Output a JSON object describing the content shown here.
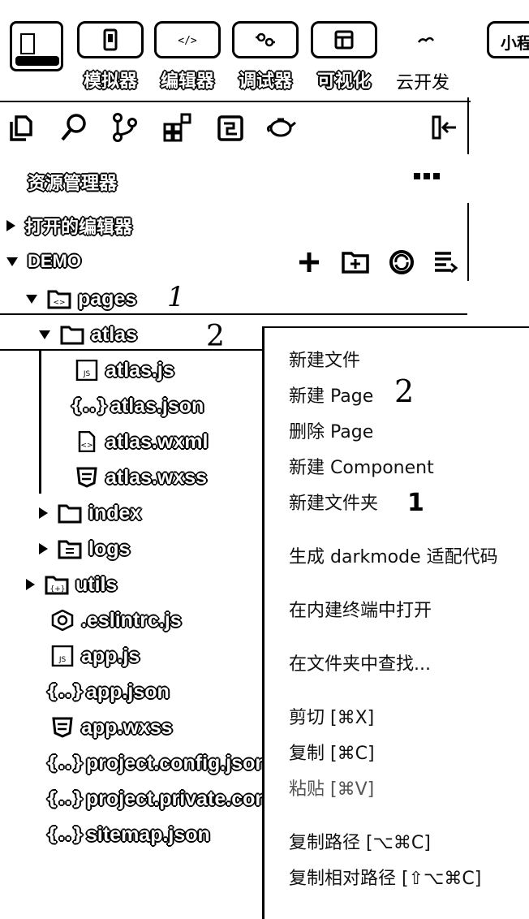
{
  "toolbar": {
    "buttons": [
      {
        "label": "模拟器",
        "icon": "phone-icon"
      },
      {
        "label": "编辑器",
        "icon": "code-icon"
      },
      {
        "label": "调试器",
        "icon": "debug-icon"
      },
      {
        "label": "可视化",
        "icon": "layout-icon"
      }
    ],
    "cloud_label": "云开发",
    "partial_button_label": "小程"
  },
  "activity_bar": {
    "icons": [
      "files-icon",
      "search-icon",
      "source-control-icon",
      "extensions-icon",
      "storage-icon",
      "teapot-icon"
    ],
    "collapse_icon": "panel-collapse-icon"
  },
  "explorer": {
    "title": "资源管理器",
    "more": "•••",
    "open_editors": "打开的编辑器",
    "project": "DEMO",
    "project_actions": [
      "new-file-icon",
      "new-folder-icon",
      "refresh-icon",
      "collapse-all-icon"
    ],
    "tree": [
      {
        "name": "pages",
        "type": "folder",
        "expanded": true
      },
      {
        "name": "atlas",
        "type": "folder",
        "expanded": true
      },
      {
        "name": "atlas.js",
        "type": "js"
      },
      {
        "name": "atlas.json",
        "type": "json"
      },
      {
        "name": "atlas.wxml",
        "type": "wxml"
      },
      {
        "name": "atlas.wxss",
        "type": "wxss"
      },
      {
        "name": "index",
        "type": "folder",
        "expanded": false
      },
      {
        "name": "logs",
        "type": "folder",
        "expanded": false
      },
      {
        "name": "utils",
        "type": "folder",
        "expanded": false
      },
      {
        "name": ".eslintrc.js",
        "type": "eslint"
      },
      {
        "name": "app.js",
        "type": "js"
      },
      {
        "name": "app.json",
        "type": "json"
      },
      {
        "name": "app.wxss",
        "type": "wxss"
      },
      {
        "name": "project.config.json",
        "type": "json"
      },
      {
        "name": "project.private.config.json",
        "type": "json"
      },
      {
        "name": "sitemap.json",
        "type": "json"
      }
    ]
  },
  "annotations": [
    "1",
    "2",
    "2",
    "1"
  ],
  "context_menu": {
    "items": [
      {
        "label": "新建文件"
      },
      {
        "label": "新建 Page"
      },
      {
        "label": "删除 Page"
      },
      {
        "label": "新建 Component"
      },
      {
        "label": "新建文件夹"
      },
      {
        "label": "生成 darkmode 适配代码"
      },
      {
        "label": "在内建终端中打开"
      },
      {
        "label": "在文件夹中查找..."
      },
      {
        "label": "剪切 [⌘X]"
      },
      {
        "label": "复制 [⌘C]"
      },
      {
        "label": "粘贴 [⌘V]",
        "disabled": true
      },
      {
        "label": "复制路径 [⌥⌘C]"
      },
      {
        "label": "复制相对路径 [⇧⌥⌘C]"
      }
    ]
  }
}
